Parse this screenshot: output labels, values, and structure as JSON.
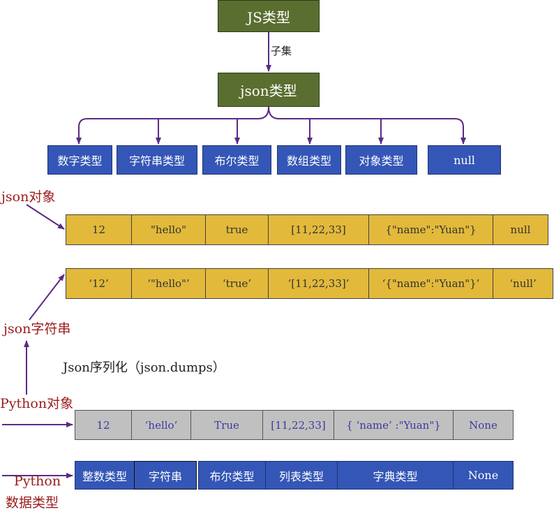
{
  "js_type": "JS类型",
  "subset_label": "子集",
  "json_type": "json类型",
  "json_types": [
    "数字类型",
    "字符串类型",
    "布尔类型",
    "数组类型",
    "对象类型",
    "null"
  ],
  "json_object_label": "json对象",
  "json_objects": [
    "12",
    "\"hello\"",
    "true",
    "[11,22,33]",
    "{\"name\":\"Yuan\"}",
    "null"
  ],
  "json_string_label": "json字符串",
  "json_strings": [
    "‘12’",
    "‘\"hello\"’",
    "‘true’",
    "‘[11,22,33]’",
    "‘{\"name\":\"Yuan\"}’",
    "‘null’"
  ],
  "serialize_label": "Json序列化（json.dumps）",
  "python_object_label": "Python对象",
  "python_objects": [
    "12",
    "‘hello’",
    "True",
    "[11,22,33]",
    "{ ‘name’ :\"Yuan\"}",
    "None"
  ],
  "python_types_label_line1": "Python",
  "python_types_label_line2": "数据类型",
  "python_types": [
    "整数类型",
    "字符串",
    "布尔类型",
    "列表类型",
    "字典类型",
    "None"
  ],
  "colors": {
    "green": "#5a6e30",
    "blue": "#3456b6",
    "yellow": "#e2b93a",
    "gray": "#c0c0c0",
    "arrow": "#5b2a86",
    "red_label": "#9b1b1b"
  }
}
